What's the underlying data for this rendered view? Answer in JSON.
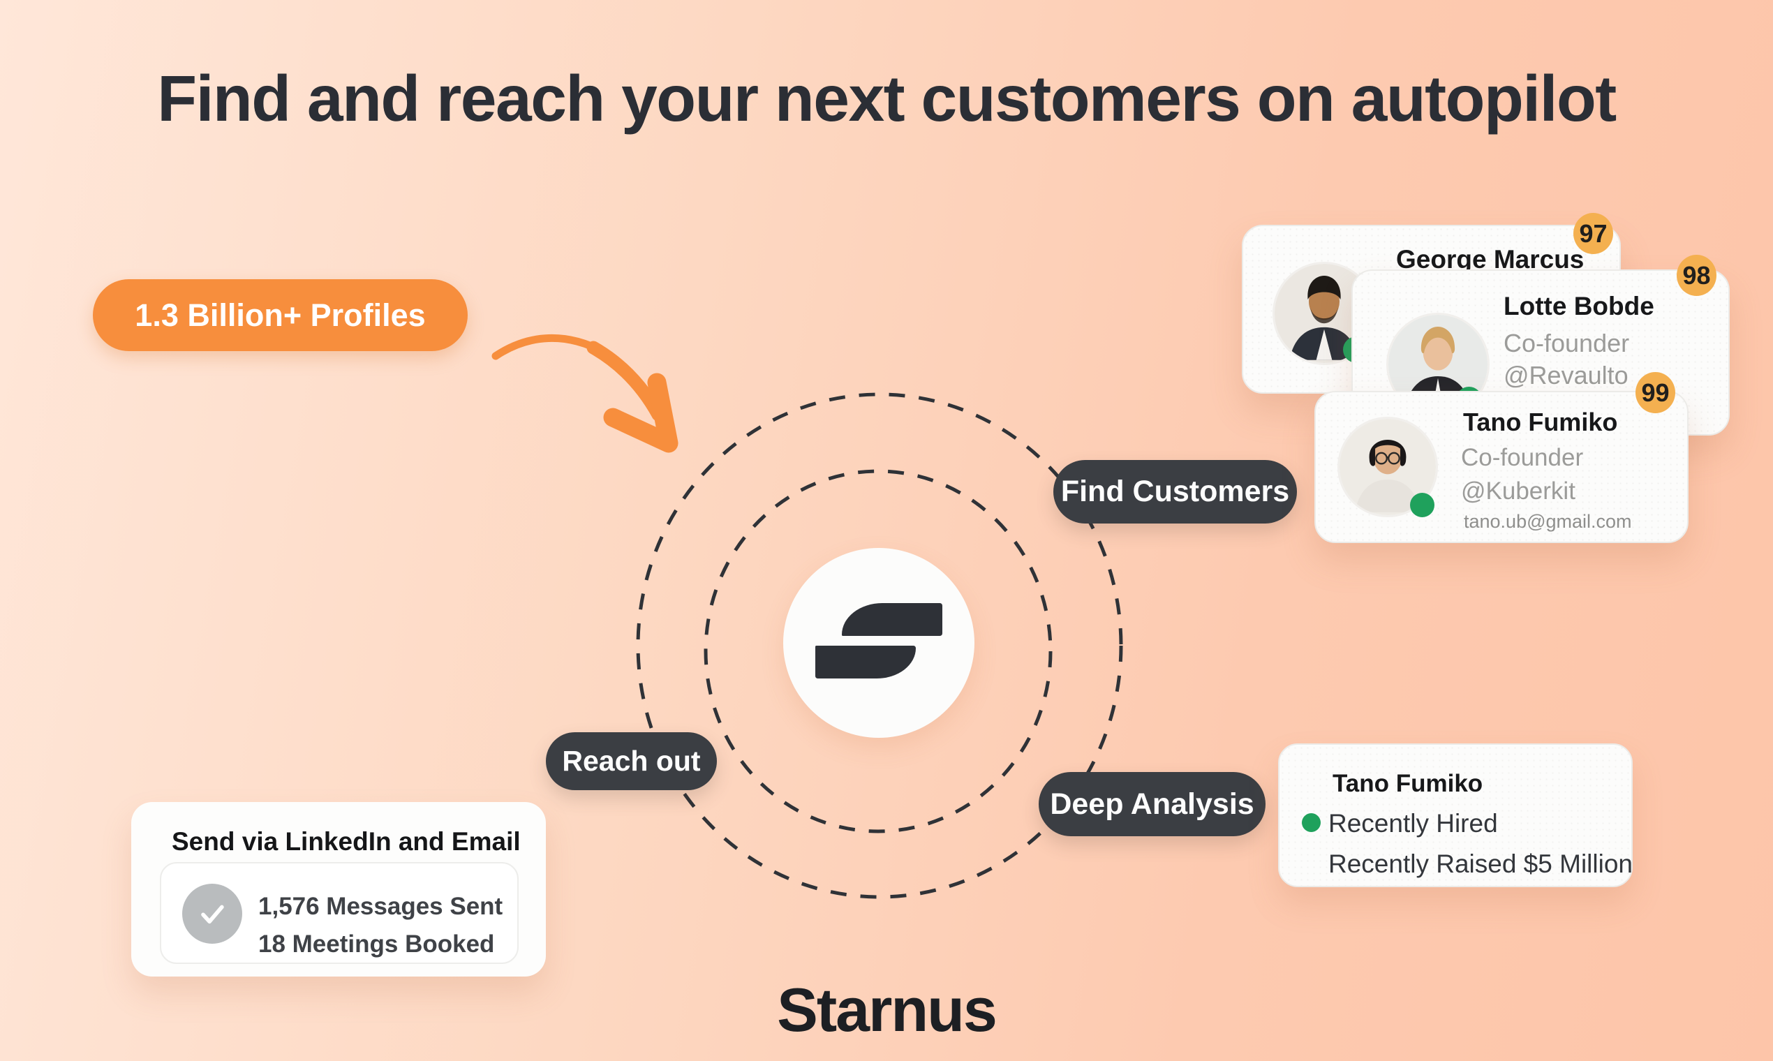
{
  "title": "Find and reach your next customers on autopilot",
  "brand": {
    "wordmark": "Starnus"
  },
  "badge": {
    "label": "1.3 Billion+ Profiles"
  },
  "orbit_labels": {
    "find": "Find Customers",
    "reach": "Reach out",
    "analysis": "Deep Analysis"
  },
  "profiles": [
    {
      "name": "George Marcus",
      "score": "97"
    },
    {
      "name": "Lotte Bobde",
      "role": "Co-founder",
      "company": "@Revaulto",
      "score": "98"
    },
    {
      "name": "Tano Fumiko",
      "role": "Co-founder",
      "company": "@Kuberkit",
      "email": "tano.ub@gmail.com",
      "score": "99"
    }
  ],
  "outreach_card": {
    "title": "Send via LinkedIn and Email",
    "stats": [
      "1,576 Messages Sent",
      "18 Meetings Booked"
    ]
  },
  "analysis_card": {
    "name": "Tano Fumiko",
    "signals": [
      "Recently Hired",
      "Recently Raised $5 Million"
    ]
  },
  "icons": {
    "logo": "starnus-logo-mark",
    "arrow": "curved-arrow-icon",
    "check": "check-icon",
    "status": "status-dot-icon",
    "score": "score-badge"
  },
  "colors": {
    "accent_orange": "#F78E3D",
    "score_badge_orange": "#F4B050",
    "dark_pill": "#3B3E43",
    "status_green": "#1FA15C",
    "ink": "#2B2E35",
    "background_from": "#FFE7D9",
    "background_to": "#FDC5A9"
  }
}
